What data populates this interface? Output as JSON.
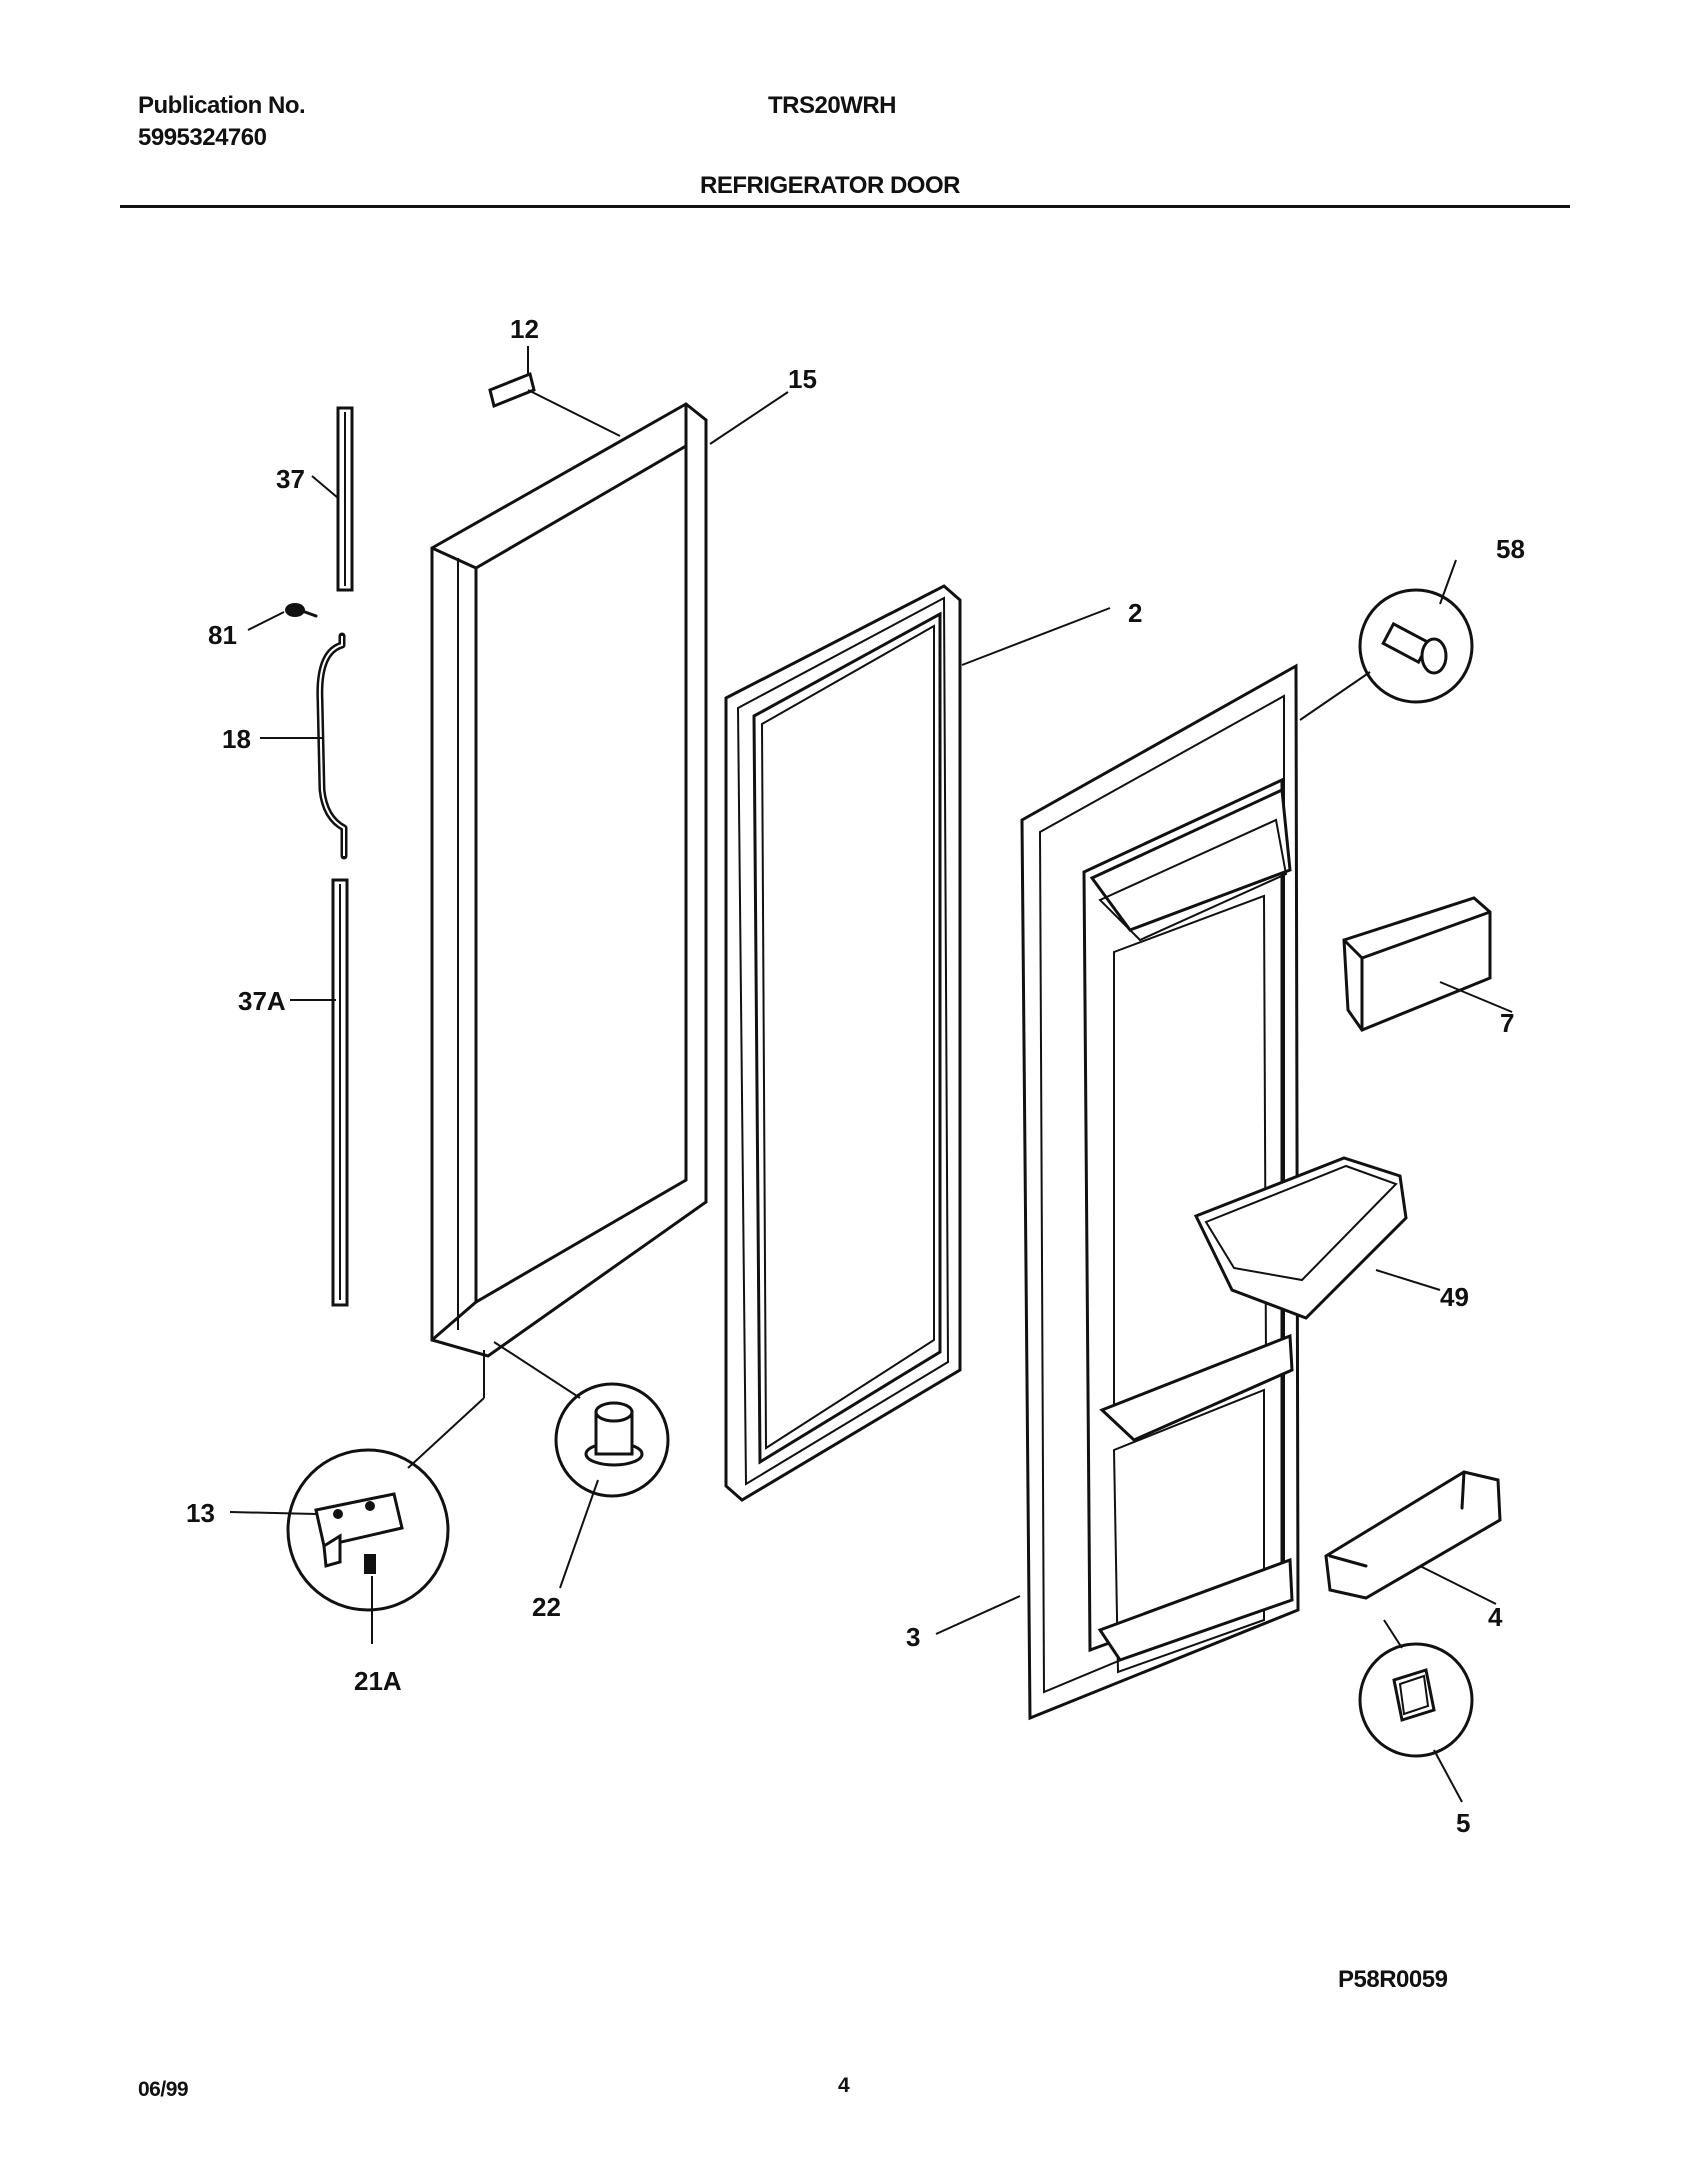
{
  "header": {
    "publication_label": "Publication No.",
    "publication_number": "5995324760",
    "model": "TRS20WRH",
    "section_title": "REFRIGERATOR DOOR"
  },
  "callouts": {
    "c12": "12",
    "c15": "15",
    "c37": "37",
    "c81": "81",
    "c18": "18",
    "c37a": "37A",
    "c2": "2",
    "c58": "58",
    "c7": "7",
    "c49": "49",
    "c13": "13",
    "c22": "22",
    "c21a": "21A",
    "c3": "3",
    "c4": "4",
    "c5": "5"
  },
  "footer": {
    "diagram_code": "P58R0059",
    "date": "06/99",
    "page_number": "4"
  }
}
